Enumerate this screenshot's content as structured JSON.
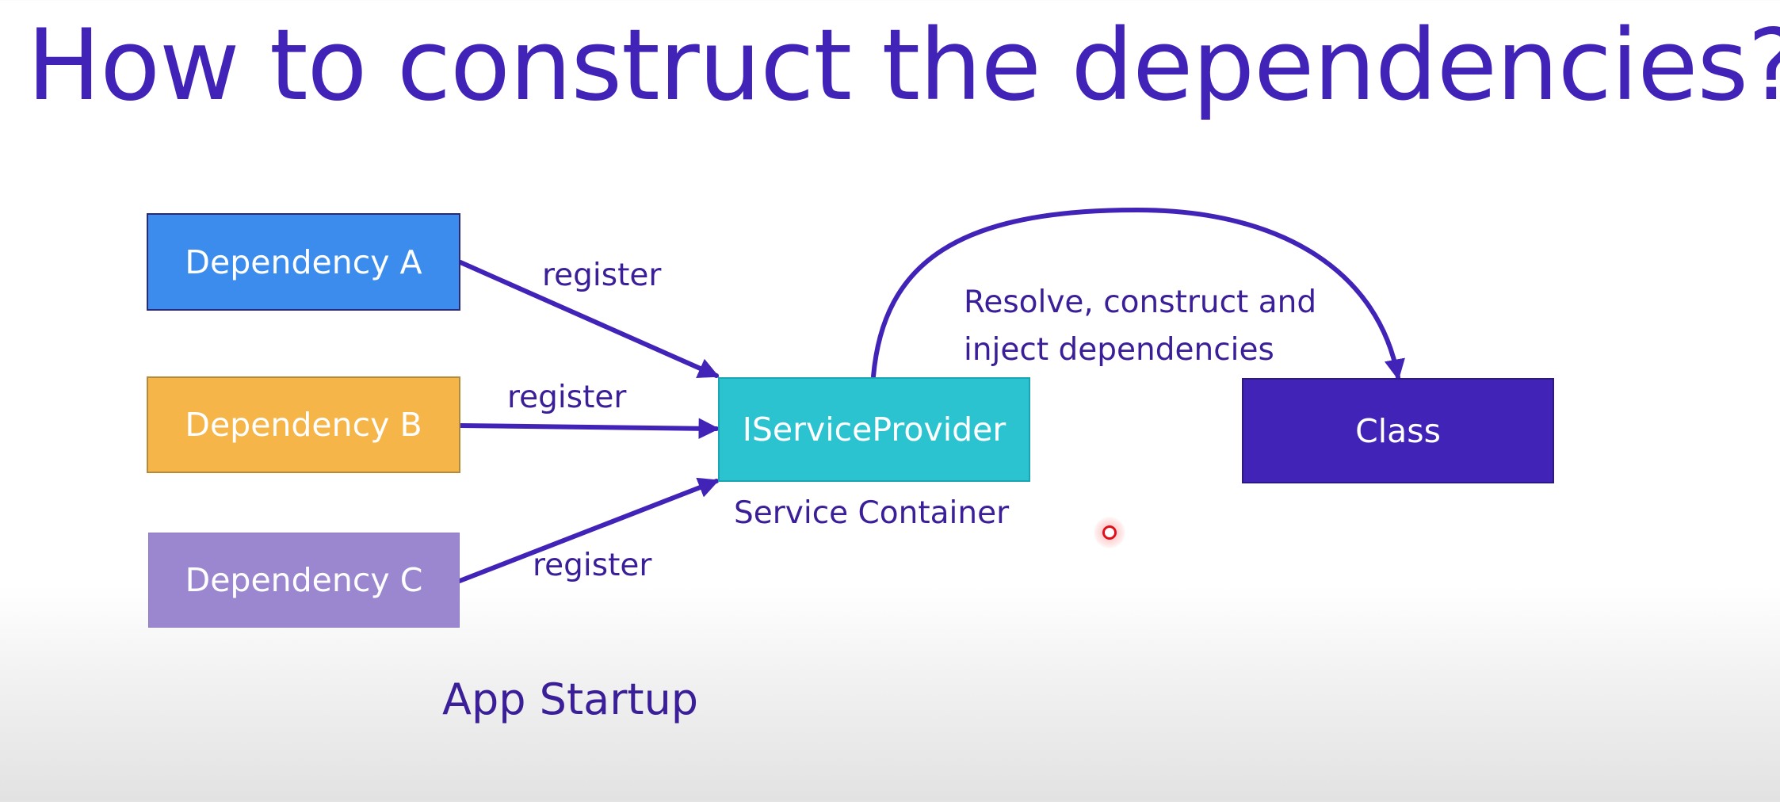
{
  "title": "How to construct the dependencies?",
  "nodes": {
    "dependency_a": "Dependency A",
    "dependency_b": "Dependency B",
    "dependency_c": "Dependency C",
    "service_provider": "IServiceProvider",
    "class": "Class"
  },
  "edge_labels": {
    "register_a": "register",
    "register_b": "register",
    "register_c": "register",
    "resolve_line1": "Resolve, construct and",
    "resolve_line2": "inject dependencies"
  },
  "captions": {
    "service_container": "Service Container",
    "app_startup": "App Startup"
  },
  "colors": {
    "title": "#4223b8",
    "arrow": "#4223b8",
    "dependency_a": "#3b8ced",
    "dependency_b": "#f5b548",
    "dependency_c": "#9a87cf",
    "service_provider": "#2bc3d0",
    "class": "#4223b8",
    "text_on_box": "#ffffff"
  },
  "icons": {
    "cursor": "recording-cursor-dot-icon"
  }
}
